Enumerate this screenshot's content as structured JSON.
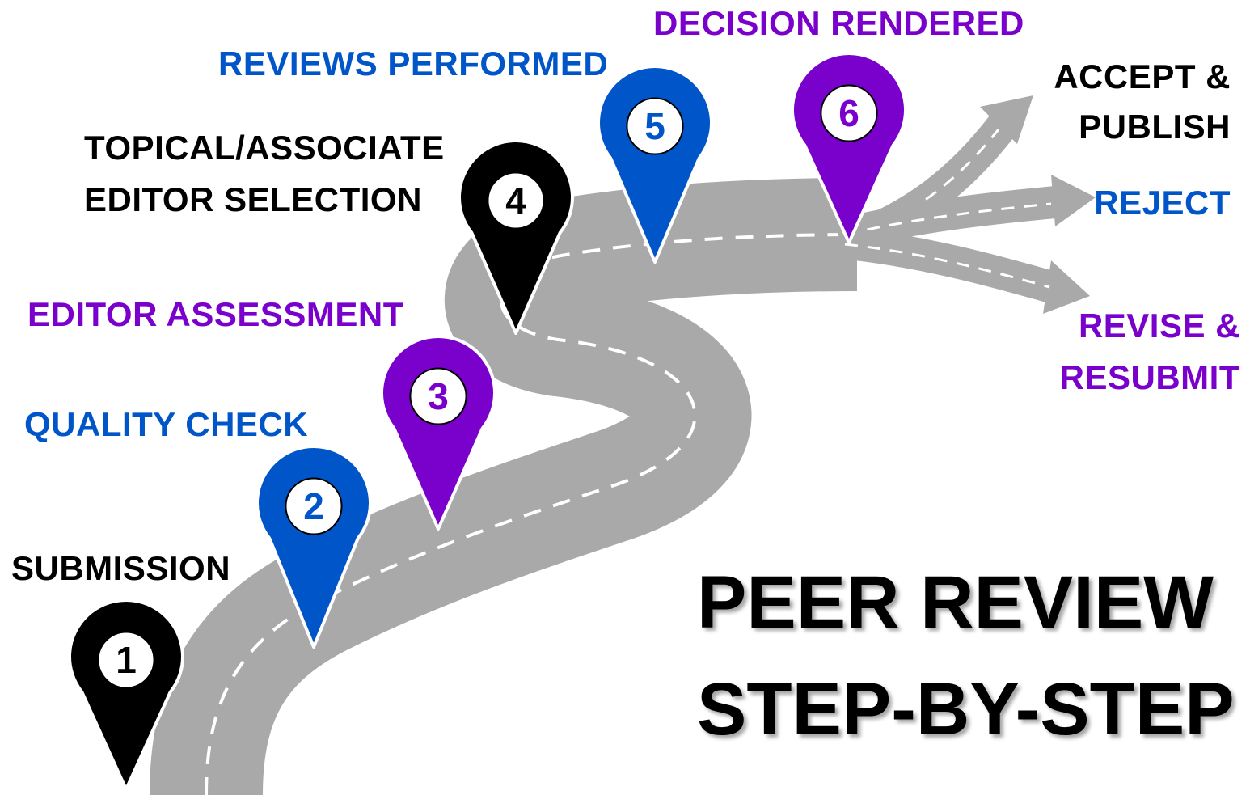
{
  "title": {
    "line1": "PEER REVIEW",
    "line2": "STEP-BY-STEP"
  },
  "colors": {
    "black": "#000000",
    "blue": "#0055c8",
    "purple": "#7a00cc",
    "road": "#a9a9a9",
    "road_edge": "#ffffff"
  },
  "steps": [
    {
      "number": "1",
      "label": "SUBMISSION",
      "color": "#000000"
    },
    {
      "number": "2",
      "label": "QUALITY CHECK",
      "color": "#0055c8"
    },
    {
      "number": "3",
      "label": "EDITOR ASSESSMENT",
      "color": "#7a00cc"
    },
    {
      "number": "4",
      "label_line1": "TOPICAL/ASSOCIATE",
      "label_line2": "EDITOR SELECTION",
      "color": "#000000"
    },
    {
      "number": "5",
      "label": "REVIEWS PERFORMED",
      "color": "#0055c8"
    },
    {
      "number": "6",
      "label": "DECISION RENDERED",
      "color": "#7a00cc"
    }
  ],
  "outcomes": [
    {
      "label_line1": "ACCEPT &",
      "label_line2": "PUBLISH",
      "color": "#000000"
    },
    {
      "label": "REJECT",
      "color": "#0055c8"
    },
    {
      "label_line1": "REVISE &",
      "label_line2": "RESUBMIT",
      "color": "#7a00cc"
    }
  ],
  "icons": {
    "pin": "map-pin-icon",
    "arrow": "arrow-right-icon"
  }
}
